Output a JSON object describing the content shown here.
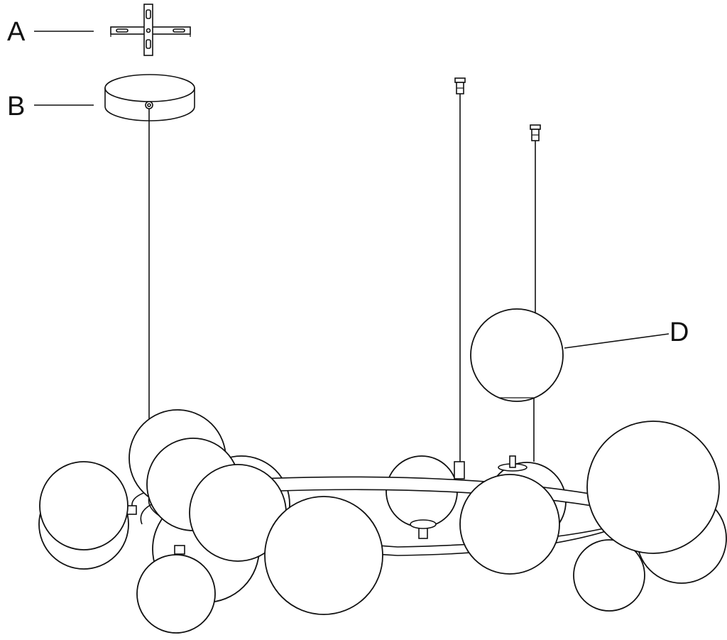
{
  "diagram": {
    "parts": [
      {
        "label": "A",
        "name": "mounting-bracket"
      },
      {
        "label": "B",
        "name": "ceiling-canopy"
      },
      {
        "label": "D",
        "name": "glass-globe"
      }
    ]
  }
}
